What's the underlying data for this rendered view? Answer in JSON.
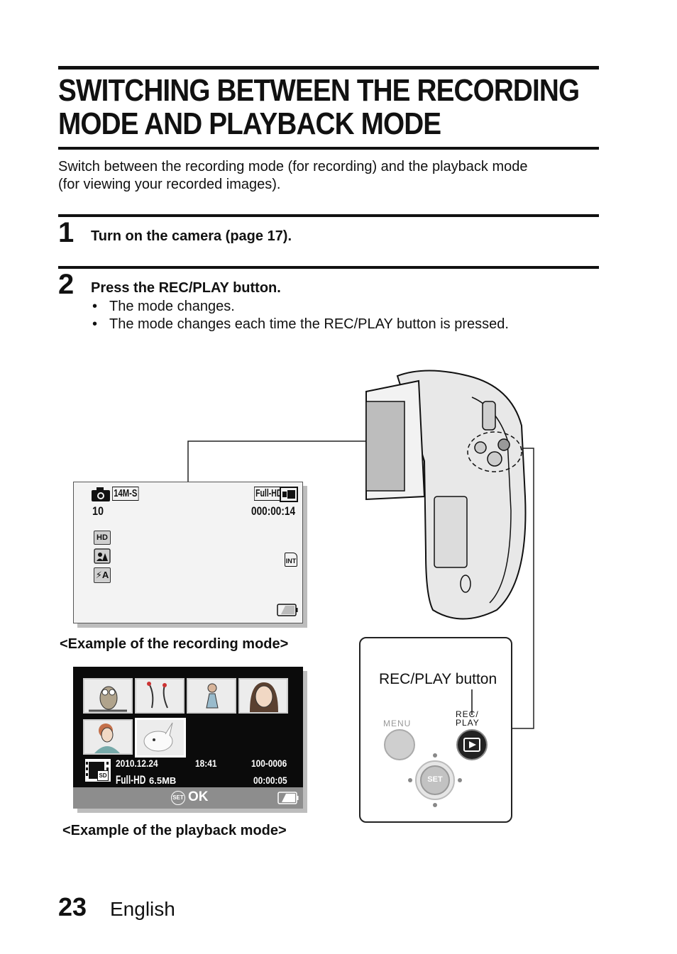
{
  "title_line1": "SWITCHING BETWEEN THE RECORDING",
  "title_line2": "MODE AND PLAYBACK MODE",
  "intro_line1": "Switch between the recording mode (for recording) and the playback mode",
  "intro_line2": "(for viewing your recorded images).",
  "steps": [
    {
      "number": "1",
      "title": "Turn on the camera (page 17).",
      "bullets": []
    },
    {
      "number": "2",
      "title": "Press the REC/PLAY button.",
      "bullets": [
        "The mode changes.",
        "The mode changes each time the REC/PLAY button is pressed."
      ]
    }
  ],
  "recording_screen": {
    "mode_label": "14M-S",
    "quality_label": "Full-HD",
    "shots_remaining": "10",
    "time_remaining": "000:00:14",
    "icons": [
      "camera-icon",
      "hd-icon",
      "scene-icon",
      "flash-auto-icon",
      "internal-memory-icon",
      "battery-icon"
    ],
    "hd_badge": "HD",
    "flash_badge": "⚡A",
    "int_badge": "INT",
    "caption": "<Example of the recording mode>"
  },
  "playback_screen": {
    "date": "2010.12.24",
    "time": "18:41",
    "file_number": "100-0006",
    "quality_label": "Full-HD",
    "file_size": "6.5MB",
    "duration": "00:00:05",
    "set_label": "SET",
    "ok_label": "OK",
    "sd_label": "SD",
    "caption": "<Example of the playback mode>"
  },
  "button_panel": {
    "callout_label": "REC/PLAY button",
    "menu_label": "MENU",
    "recplay_label_line1": "REC/",
    "recplay_label_line2": "PLAY",
    "set_label": "SET"
  },
  "footer": {
    "page_number": "23",
    "language": "English"
  }
}
